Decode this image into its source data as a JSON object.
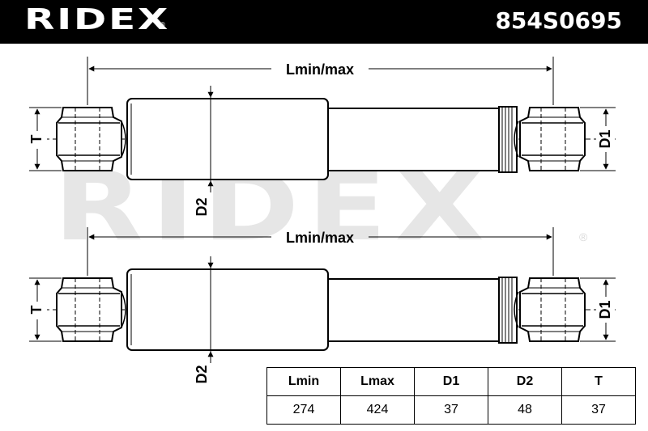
{
  "header": {
    "brand": "RIDEX",
    "brand_mark": "®",
    "part_number": "854S0695"
  },
  "watermark": {
    "text": "RIDEX",
    "mark": "®"
  },
  "drawing": {
    "top": {
      "length_label": "Lmin/max",
      "left_label": "T",
      "right_label": "D1",
      "body_label": "D2"
    },
    "bottom": {
      "length_label": "Lmin/max",
      "left_label": "T",
      "right_label": "D1",
      "body_label": "D2"
    }
  },
  "spec_table": {
    "headers": [
      "Lmin",
      "Lmax",
      "D1",
      "D2",
      "T"
    ],
    "values": [
      "274",
      "424",
      "37",
      "48",
      "37"
    ]
  }
}
